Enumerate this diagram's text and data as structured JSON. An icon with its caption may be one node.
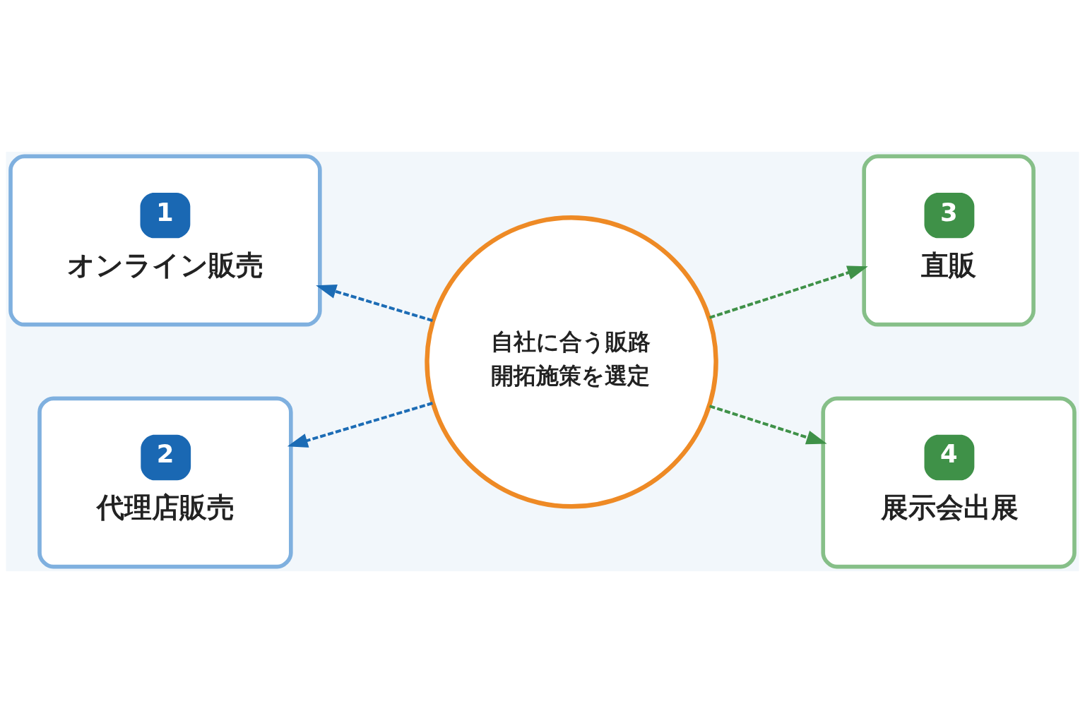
{
  "diagram": {
    "nodes": [
      {
        "text": [
          "1",
          "オンライン販売"
        ]
      },
      {
        "text": [
          "2",
          "代理店販売"
        ]
      },
      {
        "text": [
          "自社に合う販路開拓施策を選定"
        ]
      },
      {
        "text": [
          "3",
          "直販"
        ]
      },
      {
        "text": [
          "4",
          "展示会出展"
        ]
      }
    ],
    "edges": [
      {
        "from": 2,
        "to": 0,
        "arrow": "to",
        "style": "dashed",
        "color": "#1c6cb5"
      },
      {
        "from": 2,
        "to": 1,
        "arrow": "to",
        "style": "dashed",
        "color": "#1c6cb5"
      },
      {
        "from": 2,
        "to": 3,
        "arrow": "to",
        "style": "dashed",
        "color": "#3f9148"
      },
      {
        "from": 2,
        "to": 4,
        "arrow": "to",
        "style": "dashed",
        "color": "#3f9148"
      }
    ]
  }
}
